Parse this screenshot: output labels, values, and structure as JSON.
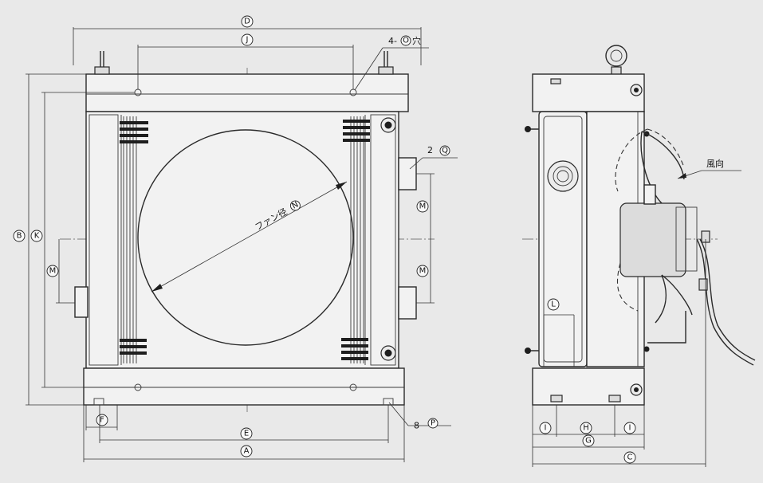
{
  "front_view": {
    "dimensions": {
      "d": "D",
      "j": "J",
      "b": "B",
      "k": "K",
      "m_left": "M",
      "m_right_upper": "M",
      "m_right_lower": "M",
      "e": "E",
      "a": "A",
      "f": "F"
    },
    "callouts": {
      "holes_count": "4-",
      "holes_letter": "O",
      "holes_suffix": "穴",
      "ports_count": "2",
      "ports_letter": "Q",
      "mounts_count": "8",
      "mounts_letter": "P"
    },
    "fan_label": "ファン径",
    "fan_letter": "N"
  },
  "side_view": {
    "dimensions": {
      "l": "L",
      "i_left": "I",
      "h": "H",
      "i_right": "I",
      "g": "G",
      "c": "C"
    },
    "airflow_label": "風向"
  }
}
